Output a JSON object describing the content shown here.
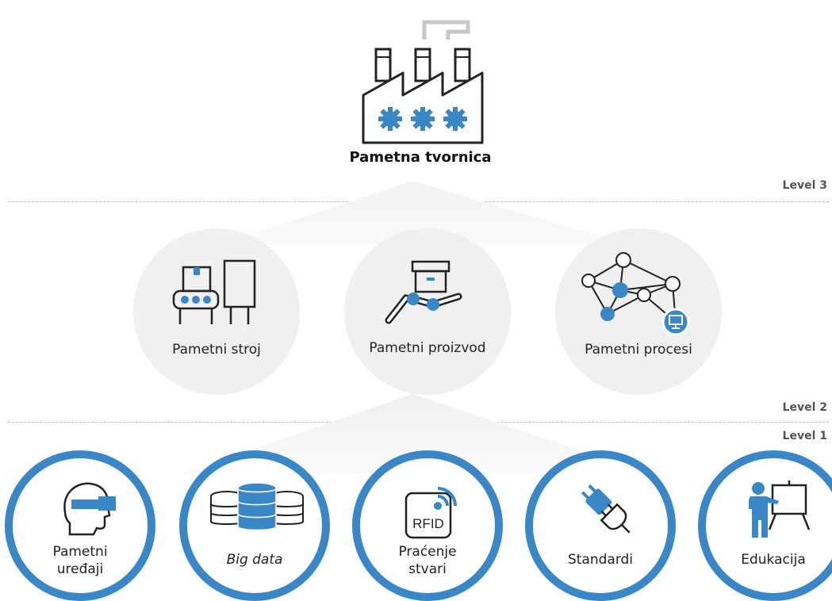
{
  "level3": {
    "title": "Pametna tvornica",
    "level_label": "Level 3"
  },
  "level2": {
    "level_label": "Level 2",
    "items": [
      {
        "label": "Pametni stroj",
        "icon": "machine-icon"
      },
      {
        "label": "Pametni proizvod",
        "icon": "product-icon"
      },
      {
        "label": "Pametni procesi",
        "icon": "network-icon"
      }
    ]
  },
  "level1": {
    "level_label": "Level 1",
    "items": [
      {
        "label_line1": "Pametni",
        "label_line2": "uređaji",
        "icon": "smart-glasses-icon"
      },
      {
        "label_line1": "Big data",
        "label_line2": "",
        "icon": "database-icon"
      },
      {
        "label_line1": "Praćenje",
        "label_line2": "stvari",
        "icon": "rfid-icon"
      },
      {
        "label_line1": "Standardi",
        "label_line2": "",
        "icon": "plug-icon"
      },
      {
        "label_line1": "Edukacija",
        "label_line2": "",
        "icon": "presentation-icon"
      }
    ]
  },
  "colors": {
    "accent": "#3a87c8",
    "circle_bg": "#f0f0f0",
    "beam": "#ececec"
  }
}
